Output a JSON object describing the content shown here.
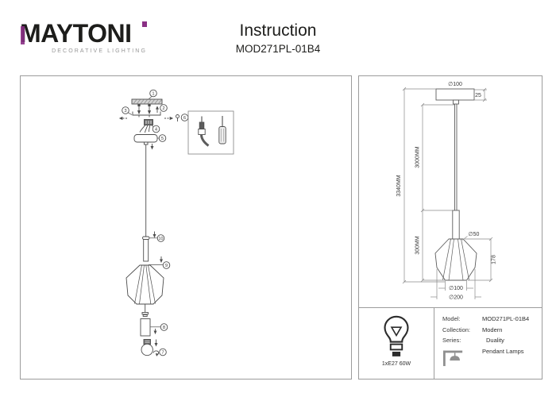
{
  "header": {
    "logo_text": "MAYTONI",
    "logo_subtitle": "DECORATIVE LIGHTING",
    "logo_accent_color": "#8a3085",
    "title": "Instruction",
    "model": "MOD271PL-01B4"
  },
  "assembly": {
    "parts": [
      "1",
      "2",
      "3",
      "4",
      "5",
      "6",
      "7",
      "8",
      "9",
      "10"
    ]
  },
  "dimensions": {
    "canopy_diameter": "∅100",
    "canopy_height": "25",
    "suspension_length": "3000MM",
    "total_height": "3340MM",
    "fixture_height": "300MM",
    "shade_top_diameter": "∅50",
    "shade_height": "178",
    "shade_bottom_diameter": "∅100",
    "shade_max_diameter": "∅200"
  },
  "info": {
    "lamp_spec": "1xE27 60W",
    "model_label": "Model:",
    "model_value": "MOD271PL-01B4",
    "collection_label": "Collection:",
    "collection_value": "Modern",
    "series_label": "Series:",
    "series_value": "Duality",
    "type_value": "Pendant Lamps"
  }
}
